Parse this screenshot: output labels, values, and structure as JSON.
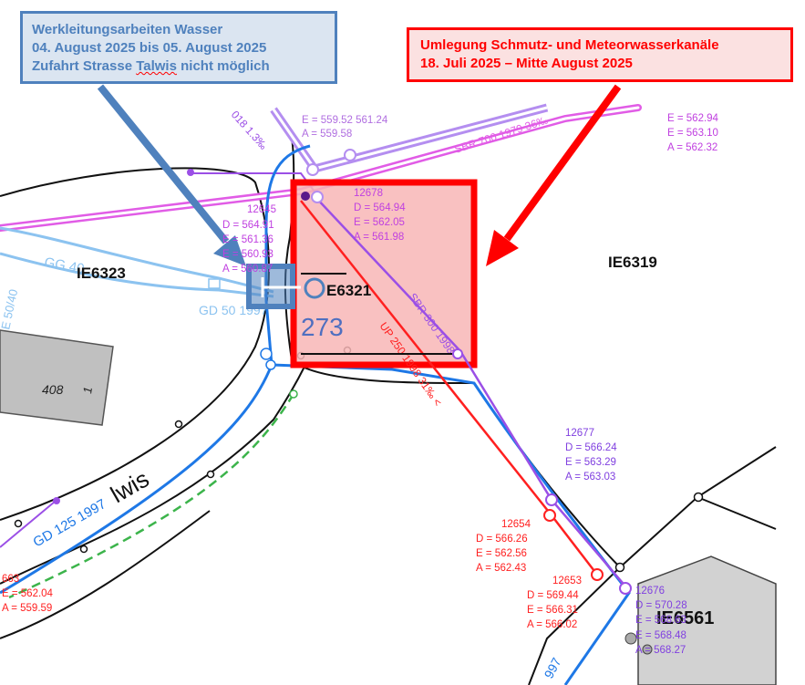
{
  "callouts": {
    "water_works": {
      "line1": "Werkleitungsarbeiten Wasser",
      "line2": "04. August 2025 bis 05. August 2025",
      "line3_prefix": "Zufahrt Strasse ",
      "line3_word": "Talwis",
      "line3_suffix": " nicht möglich"
    },
    "sewer_works": {
      "line1": "Umlegung Schmutz- und Meteorwasserkanäle",
      "line2": "18. Juli 2025 – Mitte August 2025"
    }
  },
  "parcels": {
    "ie6323": "IE6323",
    "ie6319": "IE6319",
    "ie6321": "E6321",
    "ie6561": "IE6561",
    "plot_273": "273",
    "building_408": "408",
    "building_1": "1"
  },
  "street": {
    "name": "lwis"
  },
  "pipe_labels": {
    "gg40": "GG 40",
    "gd50": "GD 50 1997",
    "gd125": "GD 125 1997",
    "sbr700": "SBR 700 1979 36‰",
    "sbr300": "SBR 300 1998",
    "up250": "UP 250 1998 31‰ <",
    "e5040": "E 50/40",
    "top_left_diag": "018 1.3‰",
    "bottom_997": "997"
  },
  "manholes": {
    "m_top": {
      "e": "E = 559.52  561.24",
      "a": "A = 559.58"
    },
    "m_ne": {
      "e": "E = 562.94",
      "e2": "E = 563.10",
      "a": "A = 562.32"
    },
    "m12678": {
      "id": "12678",
      "d": "D = 564.94",
      "e": "E = 562.05",
      "a": "A = 561.98"
    },
    "m12645": {
      "id": "12645",
      "d": "D = 564.91",
      "e": "E = 561.36",
      "e2": "E = 560.93",
      "a": "A = 560.87"
    },
    "m12677": {
      "id": "12677",
      "d": "D = 566.24",
      "e": "E = 563.29",
      "a": "A = 563.03"
    },
    "m12654": {
      "id": "12654",
      "d": "D = 566.26",
      "e": "E = 562.56",
      "a": "A = 562.43"
    },
    "m12653": {
      "id": "12653",
      "d": "D = 569.44",
      "e": "E = 566.31",
      "a": "A = 566.02"
    },
    "m12676": {
      "id": "12676",
      "d": "D = 570.28",
      "e": "E = 568.63",
      "e2": "E = 568.48",
      "a": "A = 568.27"
    },
    "m_left": {
      "id": "663",
      "e": "E = 562.04",
      "a": "A = 559.59"
    }
  },
  "colors": {
    "callout_blue_border": "#4f81bd",
    "callout_blue_fill": "#dbe5f1",
    "callout_red": "#ff0000",
    "pipe_blue": "#1e78e6",
    "pipe_lightblue": "#8cc3f0",
    "pipe_purple": "#9b4fe6",
    "pipe_pink": "#e15ce6",
    "pipe_red": "#ff2020",
    "highlight_fill": "#f8b6b6"
  }
}
